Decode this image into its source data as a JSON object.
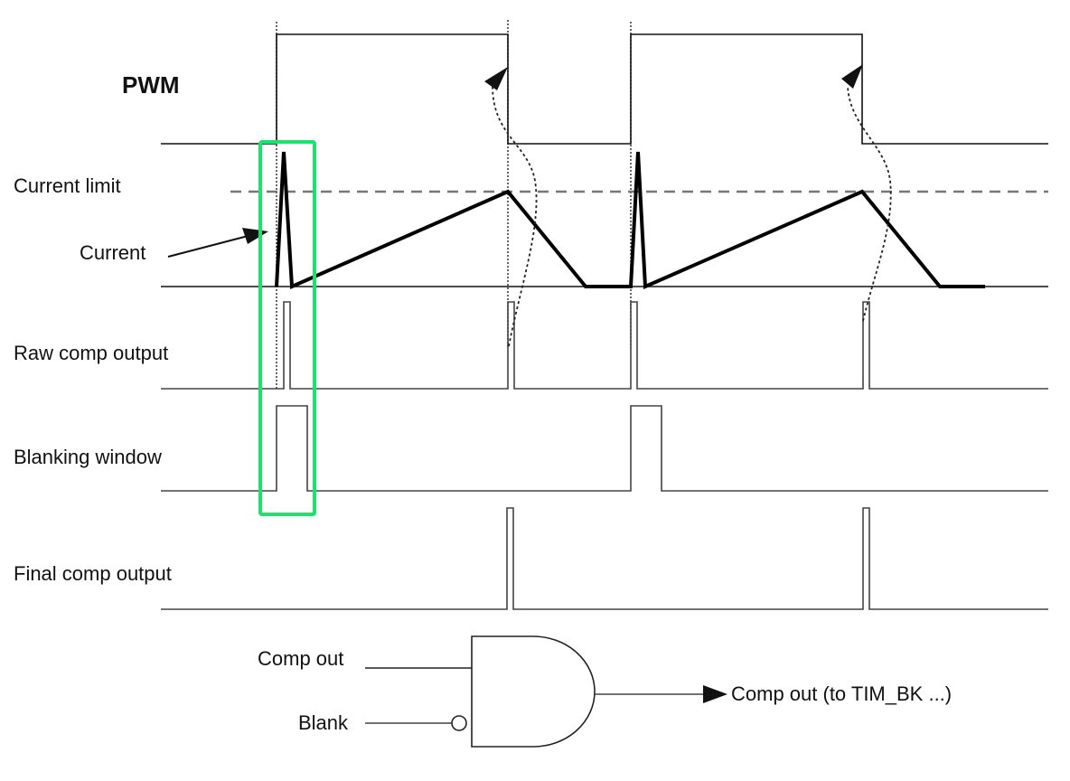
{
  "diagram": {
    "title": "PWM",
    "signals": [
      {
        "id": "pwm",
        "label": "PWM"
      },
      {
        "id": "current-limit",
        "label": "Current limit"
      },
      {
        "id": "current",
        "label": "Current"
      },
      {
        "id": "raw-comp",
        "label": "Raw comp output"
      },
      {
        "id": "blanking",
        "label": "Blanking window"
      },
      {
        "id": "final-comp",
        "label": "Final comp output"
      }
    ],
    "gate": {
      "type": "AND with inverted input",
      "input_a": "Comp out",
      "input_b": "Blank",
      "output": "Comp out (to TIM_BK ...)"
    },
    "highlight_color": "#19e36b",
    "line_color": "#111111",
    "dash_color": "#777777"
  }
}
